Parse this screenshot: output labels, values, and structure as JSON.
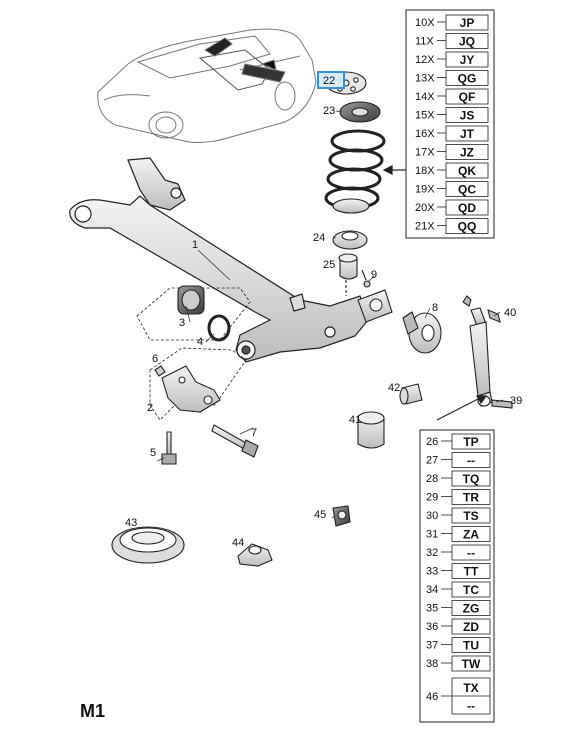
{
  "title": "M1",
  "highlight_color": "#3a8fd6",
  "callouts": {
    "c1": "1",
    "c2": "2",
    "c3": "3",
    "c4": "4",
    "c5": "5",
    "c6": "6",
    "c7": "7",
    "c8": "8",
    "c9": "9",
    "c22": "22",
    "c23": "23",
    "c24": "24",
    "c25": "25",
    "c39": "39",
    "c40": "40",
    "c41": "41",
    "c42": "42",
    "c43": "43",
    "c44": "44",
    "c45": "45"
  },
  "spring_table": [
    {
      "num": "10X",
      "code": "JP"
    },
    {
      "num": "11X",
      "code": "JQ"
    },
    {
      "num": "12X",
      "code": "JY"
    },
    {
      "num": "13X",
      "code": "QG"
    },
    {
      "num": "14X",
      "code": "QF"
    },
    {
      "num": "15X",
      "code": "JS"
    },
    {
      "num": "16X",
      "code": "JT"
    },
    {
      "num": "17X",
      "code": "JZ"
    },
    {
      "num": "18X",
      "code": "QK"
    },
    {
      "num": "19X",
      "code": "QC"
    },
    {
      "num": "20X",
      "code": "QD"
    },
    {
      "num": "21X",
      "code": "QQ"
    }
  ],
  "shock_table": [
    {
      "num": "26",
      "code": "TP"
    },
    {
      "num": "27",
      "code": "--"
    },
    {
      "num": "28",
      "code": "TQ"
    },
    {
      "num": "29",
      "code": "TR"
    },
    {
      "num": "30",
      "code": "TS"
    },
    {
      "num": "31",
      "code": "ZA"
    },
    {
      "num": "32",
      "code": "--"
    },
    {
      "num": "33",
      "code": "TT"
    },
    {
      "num": "34",
      "code": "TC"
    },
    {
      "num": "35",
      "code": "ZG"
    },
    {
      "num": "36",
      "code": "ZD"
    },
    {
      "num": "37",
      "code": "TU"
    },
    {
      "num": "38",
      "code": "TW"
    }
  ],
  "shock_extra": {
    "num": "46",
    "code1": "TX",
    "code2": "--"
  }
}
